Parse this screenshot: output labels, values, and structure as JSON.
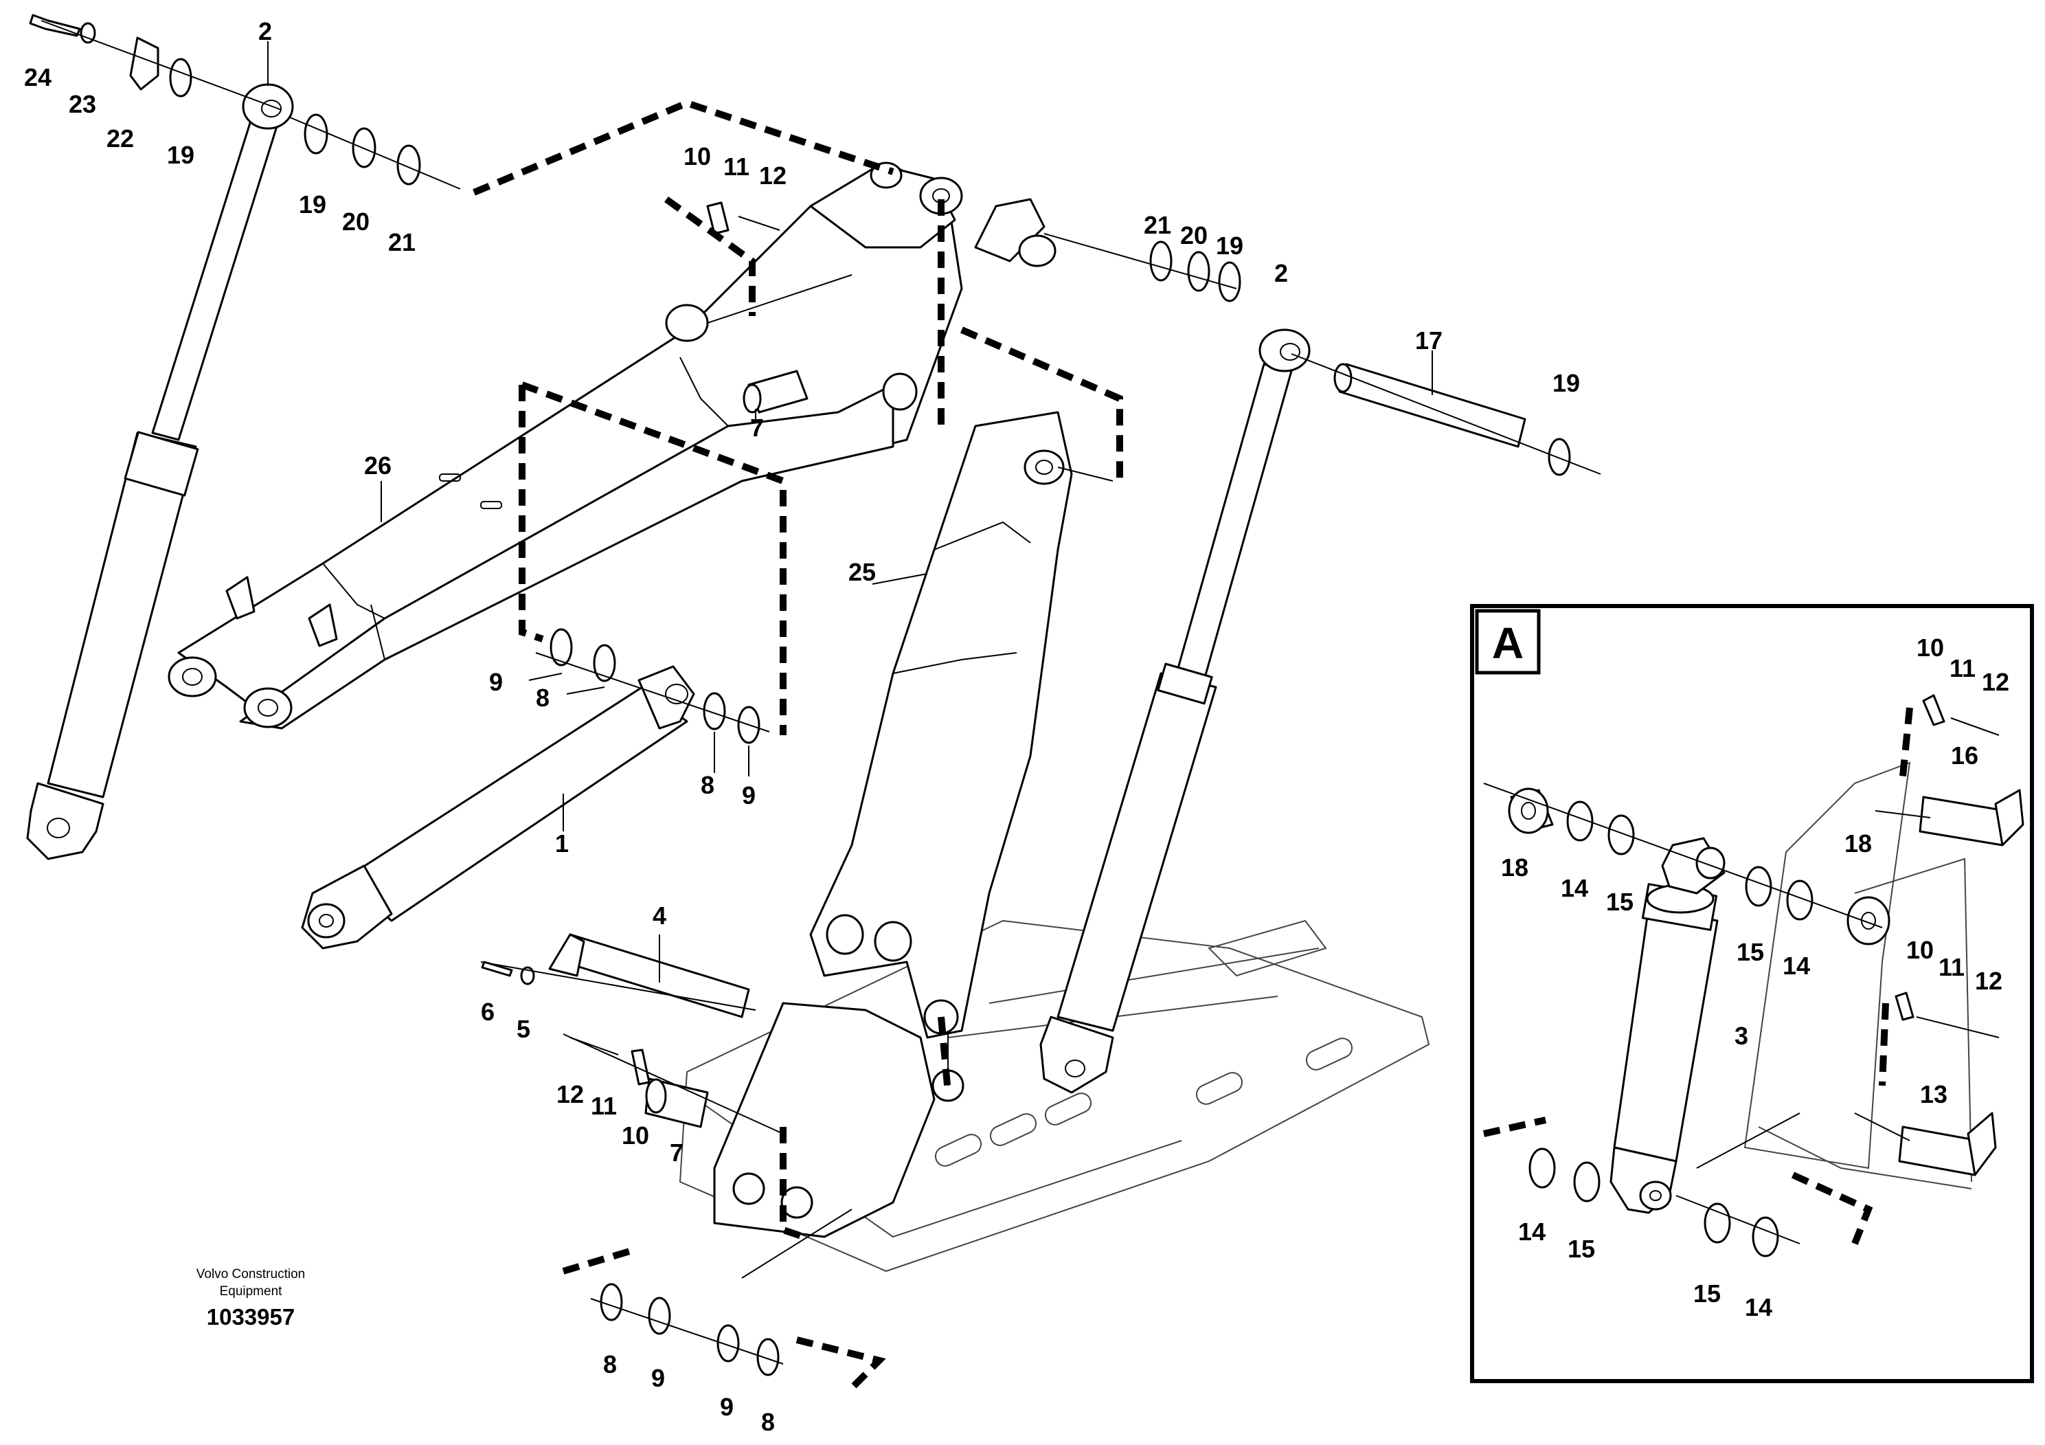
{
  "inset_label": "A",
  "caption": {
    "line1": "Volvo Construction",
    "line2": "Equipment",
    "number": "1033957"
  },
  "callouts": {
    "c24": "24",
    "c23": "23",
    "c22": "22",
    "c19a": "19",
    "c2a": "2",
    "c19b": "19",
    "c20a": "20",
    "c21a": "21",
    "c10a": "10",
    "c11a": "11",
    "c12a": "12",
    "c7a": "7",
    "c26": "26",
    "c21b": "21",
    "c20b": "20",
    "c19c": "19",
    "c2b": "2",
    "c17": "17",
    "c19d": "19",
    "c25": "25",
    "c9a": "9",
    "c8a": "8",
    "c8b": "8",
    "c9b": "9",
    "c1": "1",
    "c4": "4",
    "c6": "6",
    "c5": "5",
    "c12b": "12",
    "c11b": "11",
    "c10b": "10",
    "c7b": "7",
    "c8c": "8",
    "c9c": "9",
    "c9d": "9",
    "c8d": "8",
    "c10c": "10",
    "c11c": "11",
    "c12c": "12",
    "c16": "16",
    "c18a": "18",
    "c14a": "14",
    "c15a": "15",
    "c18b": "18",
    "c15b": "15",
    "c14b": "14",
    "c10d": "10",
    "c11d": "11",
    "c12d": "12",
    "c3": "3",
    "c13": "13",
    "c14c": "14",
    "c15c": "15",
    "c15d": "15",
    "c14d": "14"
  }
}
